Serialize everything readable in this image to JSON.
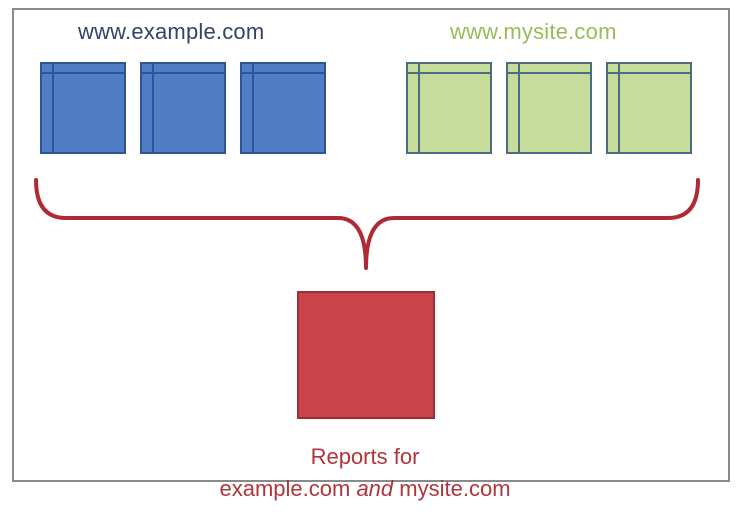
{
  "domains": {
    "left": {
      "label": "www.example.com",
      "color": "#4f7ec7"
    },
    "right": {
      "label": "www.mysite.com",
      "color": "#c6dc9a"
    }
  },
  "report": {
    "line1": "Reports for",
    "line2_part1": "example.com",
    "line2_emphasis": "and",
    "line2_part2": "mysite.com",
    "color": "#c8434a"
  }
}
